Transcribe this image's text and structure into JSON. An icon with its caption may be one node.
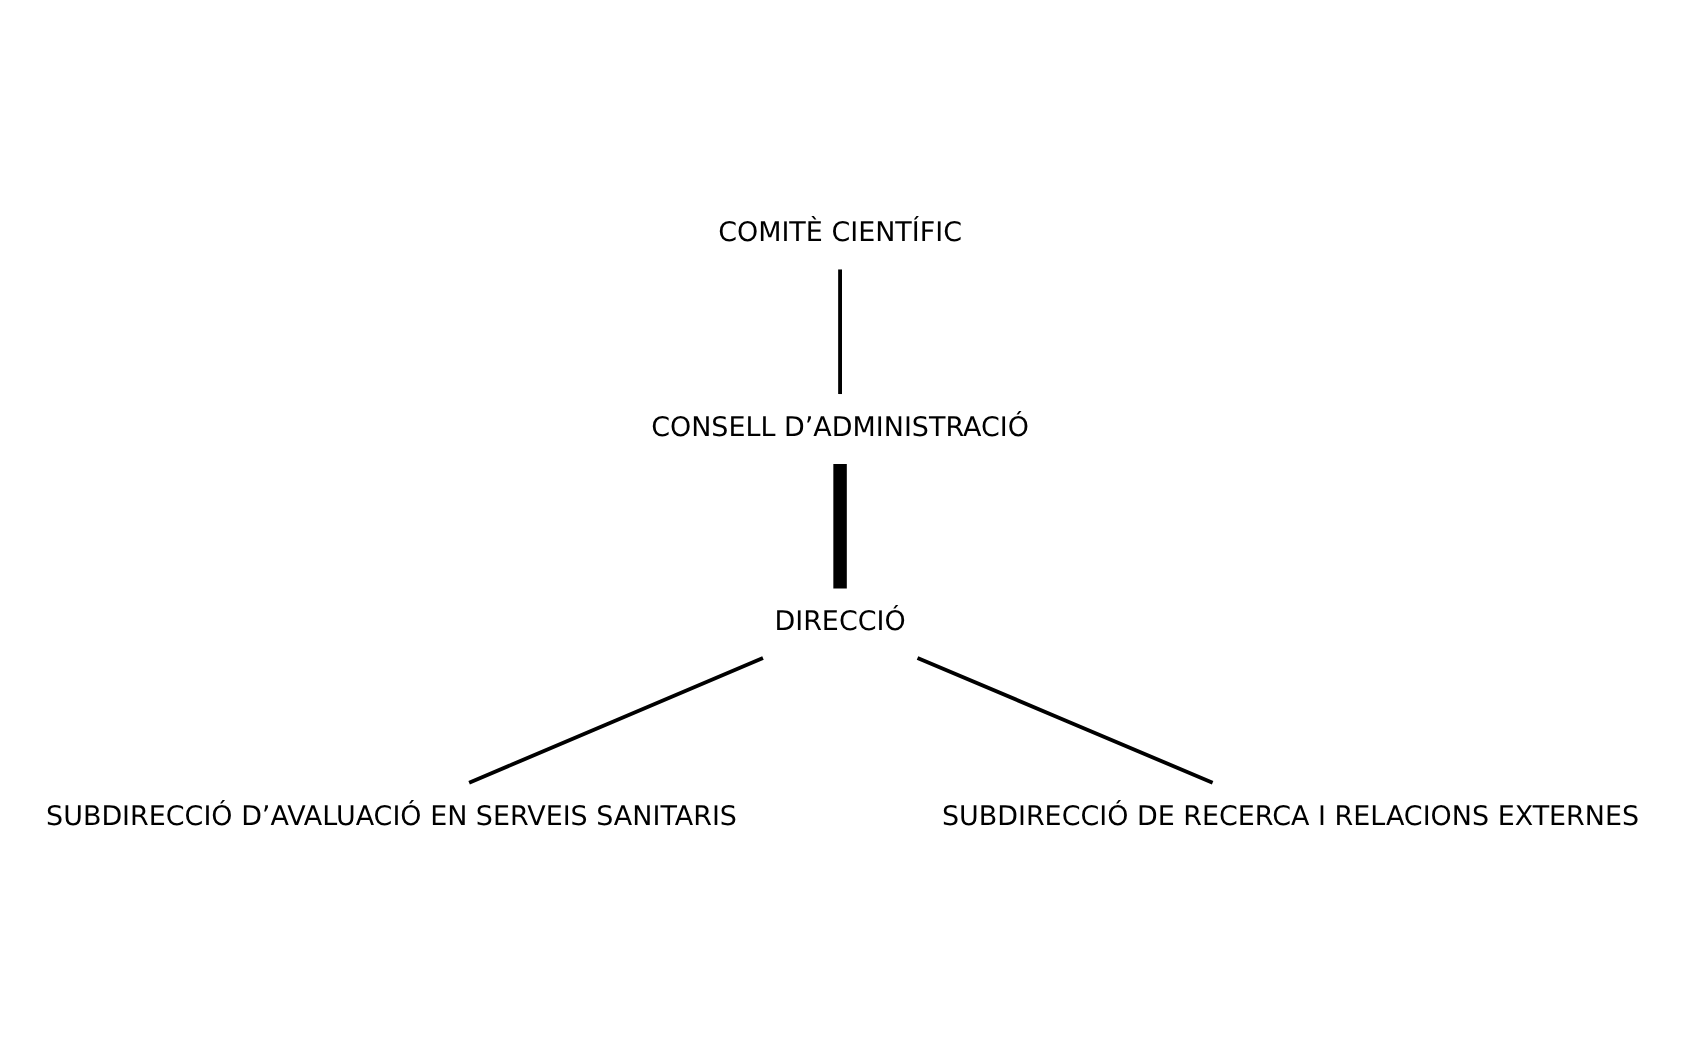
{
  "diagram": {
    "nodes": [
      {
        "text": [
          "CONSELL D’ADMINISTRACIÓ"
        ]
      },
      {
        "text": [
          "COMITÈ CIENTÍFIC"
        ]
      },
      {
        "text": [
          "DIRECCIÓ"
        ]
      },
      {
        "text": [
          "SUBDIRECCIÓ D’AVALUACIÓ EN SERVEIS SANITARIS"
        ]
      },
      {
        "text": [
          "SUBDIRECCIÓ DE RECERCA I RELACIONS EXTERNES"
        ]
      }
    ],
    "edges": [
      {
        "from": 0,
        "to": 2,
        "arrow": "none",
        "style": "thick"
      },
      {
        "from": 1,
        "to": 0,
        "arrow": "none"
      },
      {
        "from": 2,
        "to": 3,
        "arrow": "none"
      },
      {
        "from": 2,
        "to": 4,
        "arrow": "none"
      }
    ]
  }
}
